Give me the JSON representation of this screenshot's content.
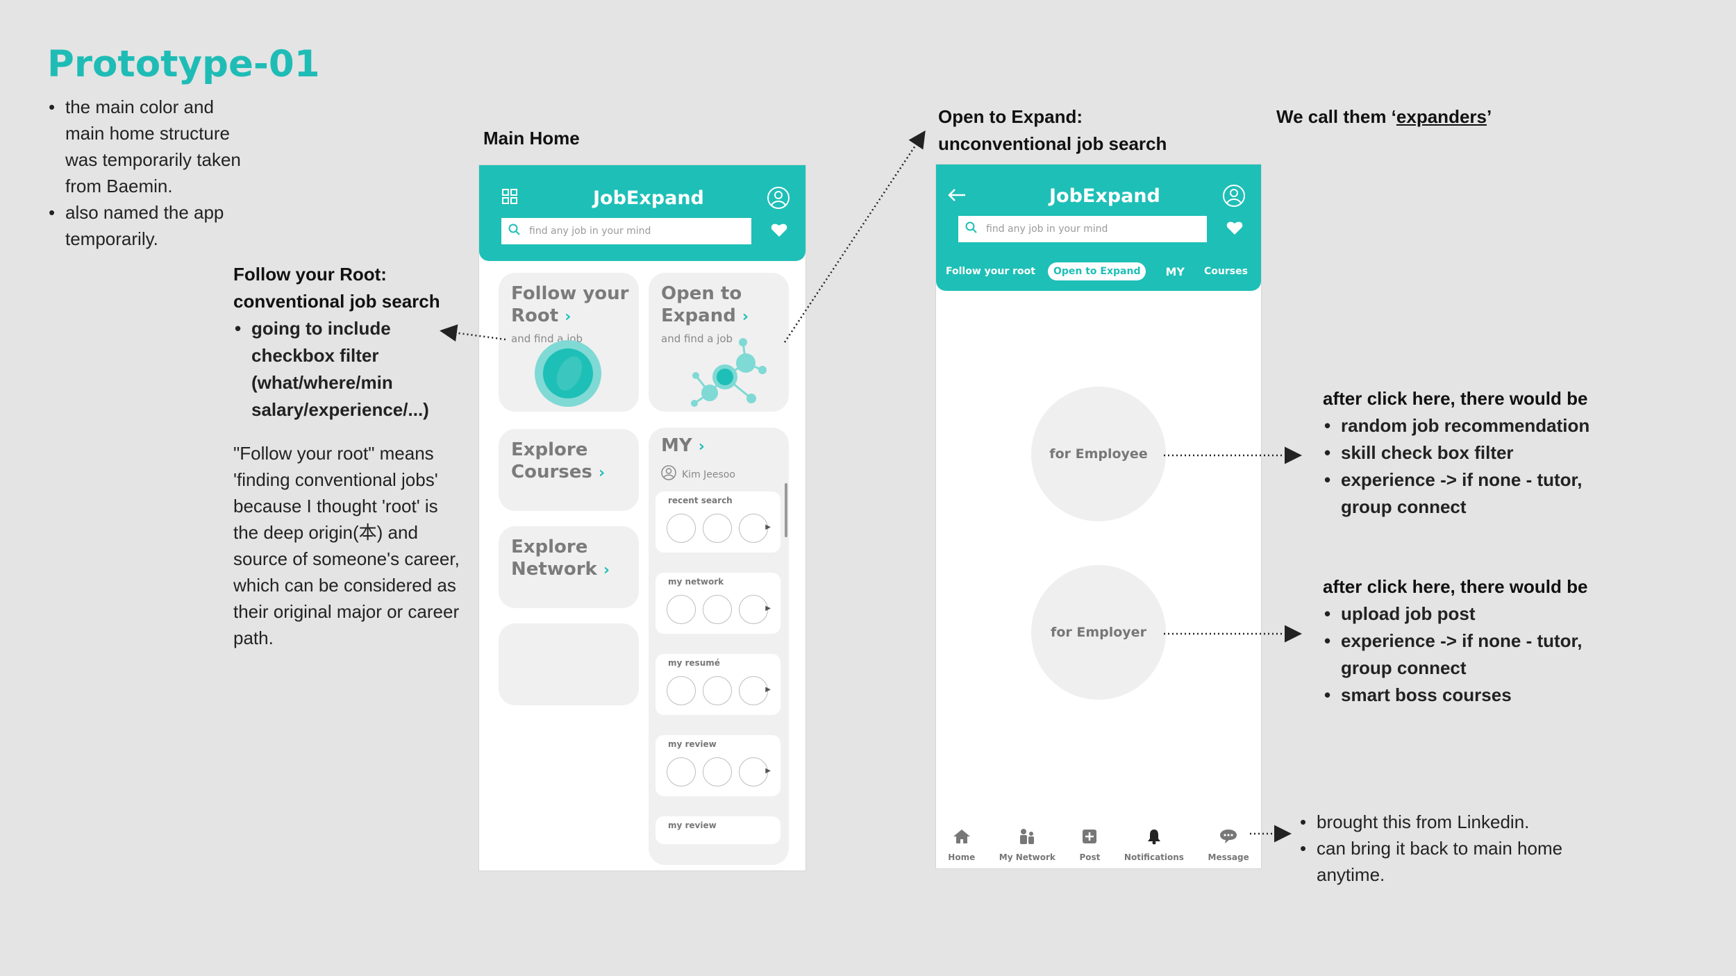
{
  "title": "Prototype-01",
  "intro_notes": [
    "the main color and main home structure was temporarily taken from Baemin.",
    "also named the app temporarily."
  ],
  "follow_root_note": {
    "heading_line1": "Follow your Root:",
    "heading_line2": "conventional job search",
    "bullets": [
      "going to include checkbox filter (what/where/min salary/experience/...)"
    ],
    "paragraph": "\"Follow your root\" means 'finding conventional jobs' because I thought 'root' is the deep origin(本) and source of someone's career, which can be considered as their original major or career path."
  },
  "main_home_label": "Main Home",
  "main_phone": {
    "brand": "JobExpand",
    "search_placeholder": "find any job in your mind",
    "card_follow": {
      "line1": "Follow your",
      "line2": "Root",
      "sub": "and find a job"
    },
    "card_open": {
      "line1": "Open to",
      "line2": "Expand",
      "sub": "and find a job"
    },
    "card_courses": {
      "line1": "Explore",
      "line2": "Courses"
    },
    "card_network": {
      "line1": "Explore",
      "line2": "Network"
    },
    "my": {
      "title": "MY",
      "user": "Kim Jeesoo",
      "sections": [
        "recent search",
        "my network",
        "my resumé",
        "my review",
        "my review"
      ]
    }
  },
  "open_expand_label": {
    "line1": "Open to Expand:",
    "line2": "unconventional job search"
  },
  "expanders_label": {
    "prefix": "We call them ‘",
    "word": "expanders",
    "suffix": "’"
  },
  "expand_phone": {
    "brand": "JobExpand",
    "search_placeholder": "find any job in your mind",
    "tabs": [
      "Follow your root",
      "Open to Expand",
      "MY",
      "Courses"
    ],
    "employee": "for Employee",
    "employer": "for Employer",
    "nav": [
      "Home",
      "My Network",
      "Post",
      "Notifications",
      "Message"
    ]
  },
  "employee_note": {
    "heading": "after click here, there would be",
    "bullets": [
      "random job recommendation",
      "skill check box filter",
      "experience -> if none - tutor, group connect"
    ]
  },
  "employer_note": {
    "heading": "after click here, there would be",
    "bullets": [
      "upload job post",
      "experience -> if none - tutor, group connect",
      "smart boss courses"
    ]
  },
  "nav_note": {
    "bullets": [
      "brought this from Linkedin.",
      "can bring it back to main home anytime."
    ]
  },
  "colors": {
    "accent": "#1ebfb7",
    "background": "#e4e4e4",
    "card": "#f0f0f0"
  }
}
